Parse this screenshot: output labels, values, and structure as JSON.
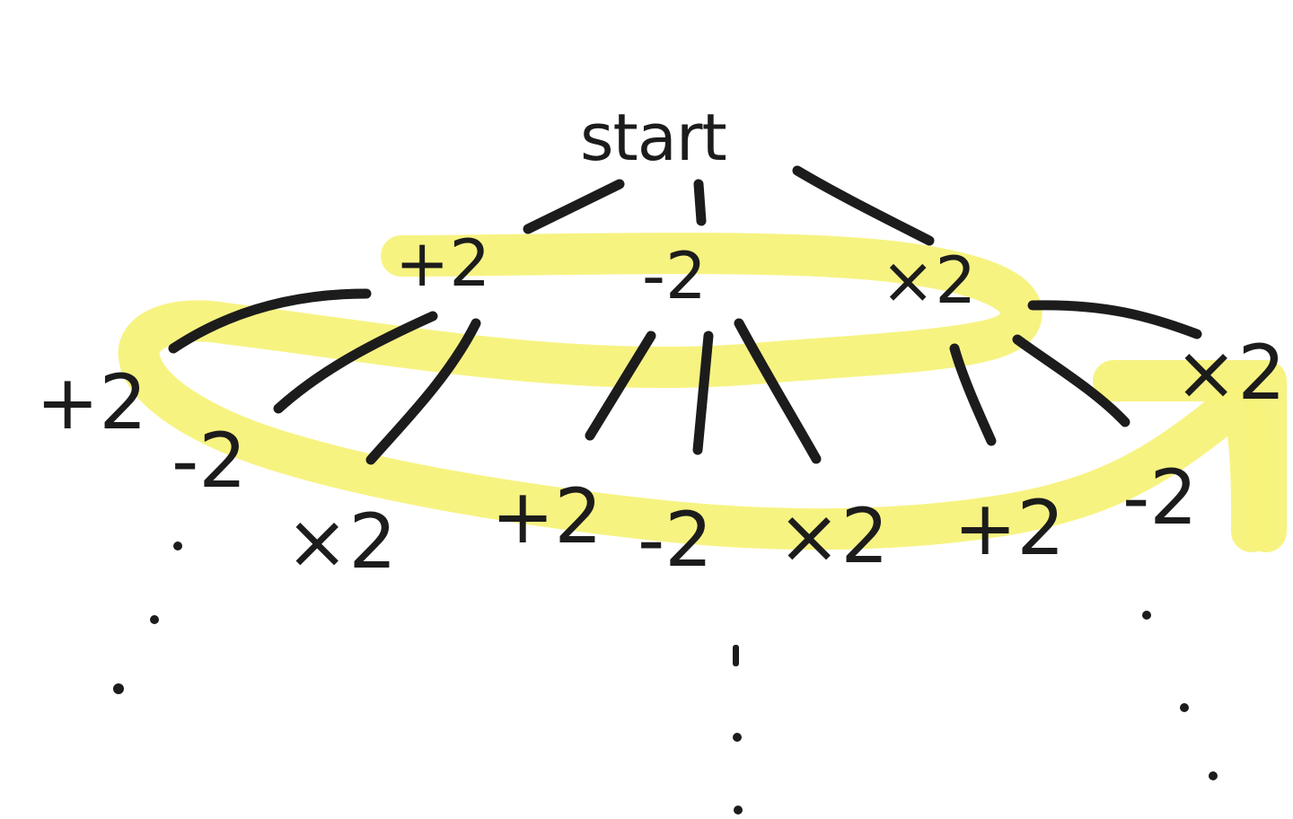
{
  "diagram": {
    "root": {
      "label": "start"
    },
    "level1": [
      {
        "id": "add",
        "label": "+2"
      },
      {
        "id": "sub",
        "label": "-2"
      },
      {
        "id": "mul",
        "label": "×2"
      }
    ],
    "level2": [
      {
        "parent": "add",
        "label": "+2"
      },
      {
        "parent": "add",
        "label": "-2"
      },
      {
        "parent": "add",
        "label": "×2"
      },
      {
        "parent": "sub",
        "label": "+2"
      },
      {
        "parent": "sub",
        "label": "-2"
      },
      {
        "parent": "sub",
        "label": "×2"
      },
      {
        "parent": "mul",
        "label": "+2"
      },
      {
        "parent": "mul",
        "label": "-2"
      },
      {
        "parent": "mul",
        "label": "×2"
      }
    ],
    "continuation_marks": "dots under left, middle, and right branches",
    "highlight_color": "#f7f27a",
    "ink_color": "#1c1c1c"
  }
}
